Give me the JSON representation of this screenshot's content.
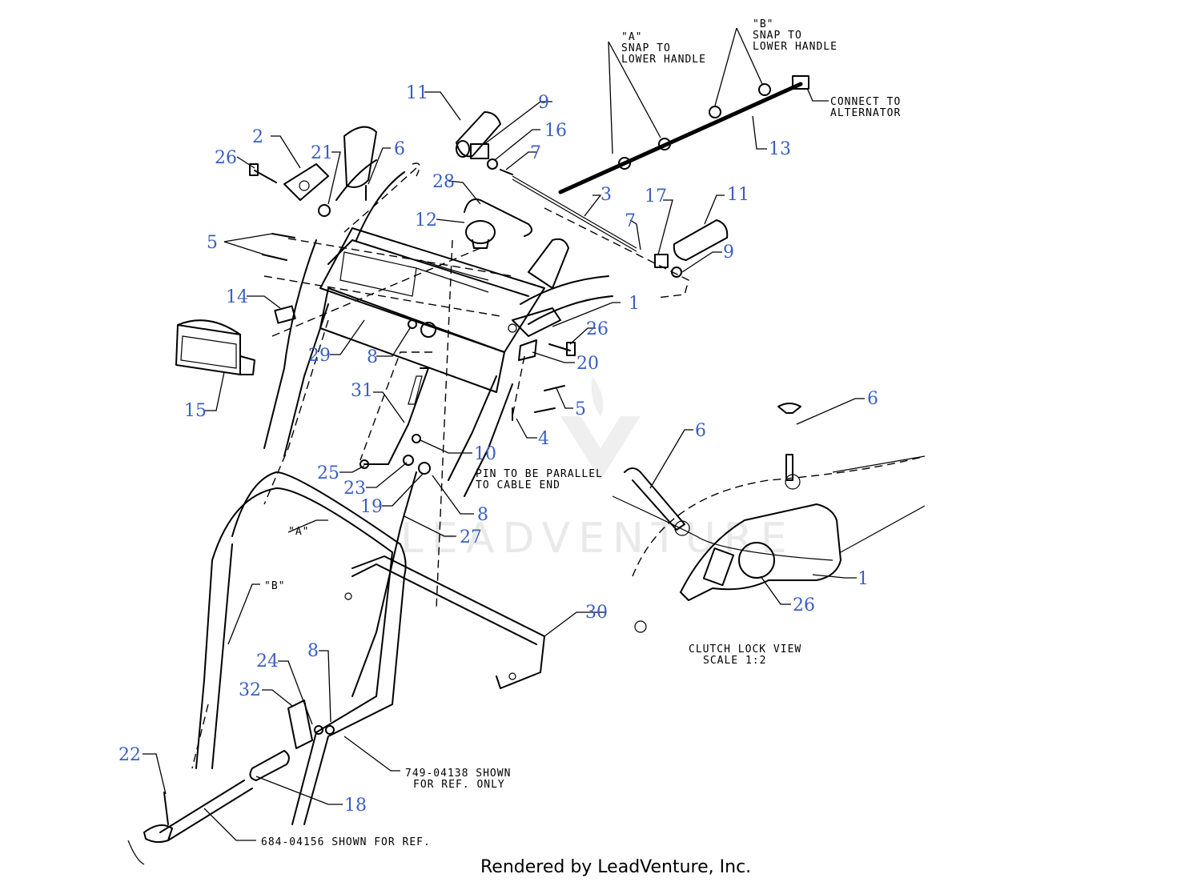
{
  "callouts": {
    "c1a": "1",
    "c1b": "1",
    "c2": "2",
    "c3": "3",
    "c4": "4",
    "c5a": "5",
    "c5b": "5",
    "c6a": "6",
    "c6b": "6",
    "c6c": "6",
    "c7a": "7",
    "c7b": "7",
    "c8a": "8",
    "c8b": "8",
    "c8c": "8",
    "c9a": "9",
    "c9b": "9",
    "c10": "10",
    "c11a": "11",
    "c11b": "11",
    "c12": "12",
    "c13": "13",
    "c14": "14",
    "c15": "15",
    "c16": "16",
    "c17": "17",
    "c18": "18",
    "c19": "19",
    "c20": "20",
    "c21": "21",
    "c22": "22",
    "c23": "23",
    "c24": "24",
    "c25": "25",
    "c26a": "26",
    "c26b": "26",
    "c26c": "26",
    "c27": "27",
    "c28": "28",
    "c29": "29",
    "c30": "30",
    "c31": "31",
    "c32": "32"
  },
  "notes": {
    "snap_a": [
      "\"A\"",
      "SNAP TO",
      "LOWER HANDLE"
    ],
    "snap_b": [
      "\"B\"",
      "SNAP TO",
      "LOWER HANDLE"
    ],
    "connect": [
      "CONNECT TO",
      "ALTERNATOR"
    ],
    "pin": [
      "PIN TO BE PARALLEL",
      "TO CABLE END"
    ],
    "label_a": "\"A\"",
    "label_b": "\"B\"",
    "ref_749": [
      "749-04138 SHOWN",
      "FOR REF. ONLY"
    ],
    "ref_684": "684-04156 SHOWN FOR REF.",
    "clutch_view": [
      "CLUTCH LOCK VIEW",
      "SCALE 1:2"
    ]
  },
  "footer": "Rendered by LeadVenture, Inc.",
  "watermark": "LEADVENTURE",
  "colors": {
    "callout": "#3a5fc4",
    "lines": "#000000"
  }
}
